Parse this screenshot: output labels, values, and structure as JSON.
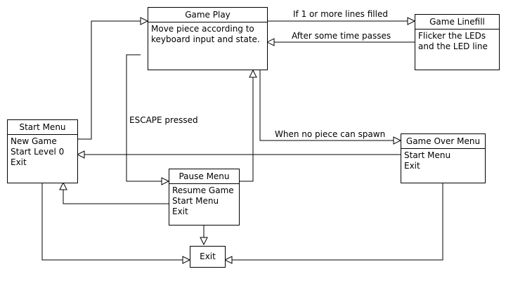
{
  "states": {
    "game_play": {
      "title": "Game Play",
      "lines": [
        "Move piece according to",
        "keyboard input and state."
      ]
    },
    "game_linefill": {
      "title": "Game Linefill",
      "lines": [
        "Flicker the LEDs",
        "and the LED line"
      ]
    },
    "start_menu": {
      "title": "Start Menu",
      "lines": [
        "New Game",
        "Start Level 0",
        "Exit"
      ]
    },
    "pause_menu": {
      "title": "Pause Menu",
      "lines": [
        "Resume Game",
        "Start Menu",
        "Exit"
      ]
    },
    "game_over_menu": {
      "title": "Game Over Menu",
      "lines": [
        "Start Menu",
        "Exit"
      ]
    },
    "exit": {
      "title": "Exit"
    }
  },
  "transitions": {
    "lines_filled": "If 1 or more lines filled",
    "time_passes": "After some time passes",
    "escape_pressed": "ESCAPE pressed",
    "no_piece_spawn": "When no piece can spawn"
  }
}
